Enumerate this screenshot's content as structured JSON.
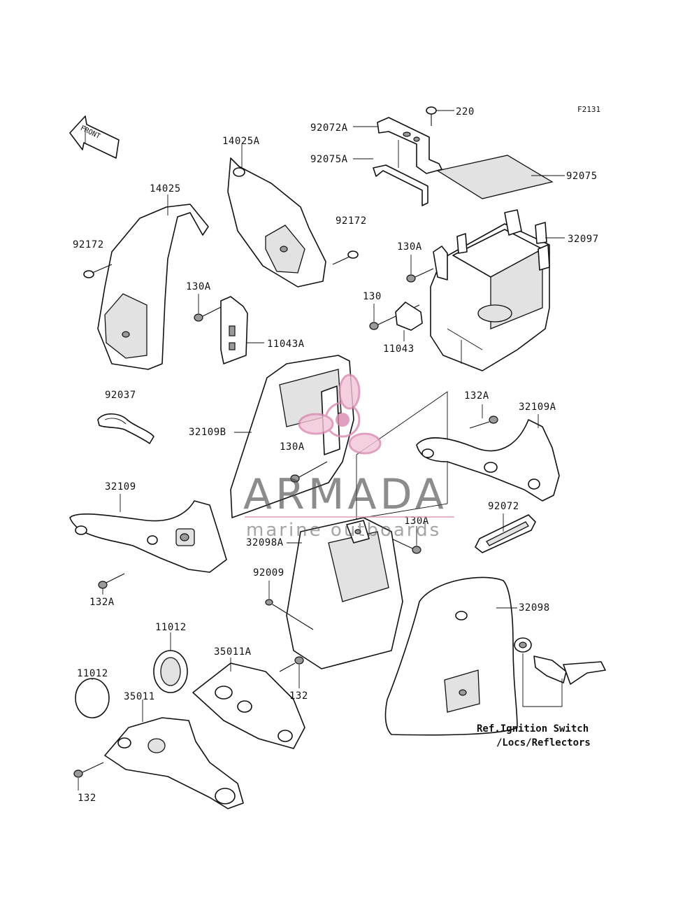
{
  "figure_id": "F2131",
  "front_label": "FRONT",
  "watermark": {
    "brand": "ARMADA",
    "tagline": "marine outboards",
    "accent_color": "#d88ab0"
  },
  "callouts": [
    {
      "id": "c220",
      "text": "220"
    },
    {
      "id": "c92072A",
      "text": "92072A"
    },
    {
      "id": "c92075A",
      "text": "92075A"
    },
    {
      "id": "c92075",
      "text": "92075"
    },
    {
      "id": "c14025A",
      "text": "14025A"
    },
    {
      "id": "c14025",
      "text": "14025"
    },
    {
      "id": "c92172L",
      "text": "92172"
    },
    {
      "id": "c92172R",
      "text": "92172"
    },
    {
      "id": "c130A1",
      "text": "130A"
    },
    {
      "id": "c32097",
      "text": "32097"
    },
    {
      "id": "c130A2",
      "text": "130A"
    },
    {
      "id": "c130",
      "text": "130"
    },
    {
      "id": "c11043A",
      "text": "11043A"
    },
    {
      "id": "c11043",
      "text": "11043"
    },
    {
      "id": "c92037",
      "text": "92037"
    },
    {
      "id": "c32109B",
      "text": "32109B"
    },
    {
      "id": "c132A1",
      "text": "132A"
    },
    {
      "id": "c32109A",
      "text": "32109A"
    },
    {
      "id": "c130A3",
      "text": "130A"
    },
    {
      "id": "c32109",
      "text": "32109"
    },
    {
      "id": "c92072",
      "text": "92072"
    },
    {
      "id": "c130A4",
      "text": "130A"
    },
    {
      "id": "c32098A",
      "text": "32098A"
    },
    {
      "id": "c132A2",
      "text": "132A"
    },
    {
      "id": "c92009",
      "text": "92009"
    },
    {
      "id": "c32098",
      "text": "32098"
    },
    {
      "id": "c11012a",
      "text": "11012"
    },
    {
      "id": "c35011A",
      "text": "35011A"
    },
    {
      "id": "c11012b",
      "text": "11012"
    },
    {
      "id": "c35011",
      "text": "35011"
    },
    {
      "id": "c132a",
      "text": "132"
    },
    {
      "id": "c132b",
      "text": "132"
    }
  ],
  "reference_note": {
    "line1": "Ref.Ignition Switch",
    "line2": "/Locs/Reflectors"
  }
}
